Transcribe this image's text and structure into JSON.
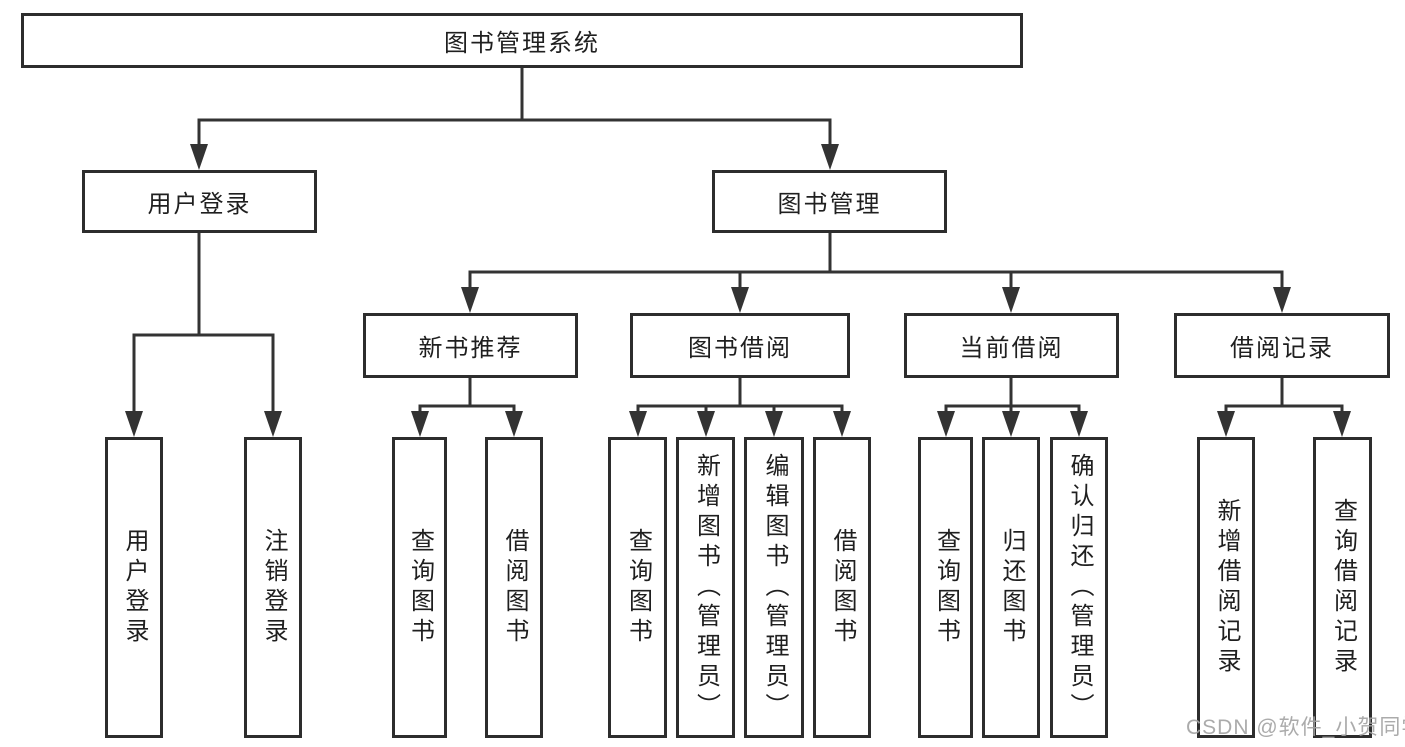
{
  "title": {
    "label": "图书管理系统"
  },
  "level2": [
    {
      "label": "用户登录"
    },
    {
      "label": "图书管理"
    }
  ],
  "level3": [
    {
      "label": "新书推荐"
    },
    {
      "label": "图书借阅"
    },
    {
      "label": "当前借阅"
    },
    {
      "label": "借阅记录"
    }
  ],
  "leaves": [
    {
      "label": "用户登录"
    },
    {
      "label": "注销登录"
    },
    {
      "label": "查询图书"
    },
    {
      "label": "借阅图书"
    },
    {
      "label": "查询图书"
    },
    {
      "label": "新增图书（管理员）"
    },
    {
      "label": "编辑图书（管理员）"
    },
    {
      "label": "借阅图书"
    },
    {
      "label": "查询图书"
    },
    {
      "label": "归还图书"
    },
    {
      "label": "确认归还（管理员）"
    },
    {
      "label": "新增借阅记录"
    },
    {
      "label": "查询借阅记录"
    }
  ],
  "watermark": {
    "text": "CSDN @软件_小贺同学"
  },
  "colors": {
    "line": "#333333",
    "border": "#2d2d2d",
    "text": "#1f1f1f",
    "background": "#ffffff",
    "watermark": "#a4a4a4"
  }
}
